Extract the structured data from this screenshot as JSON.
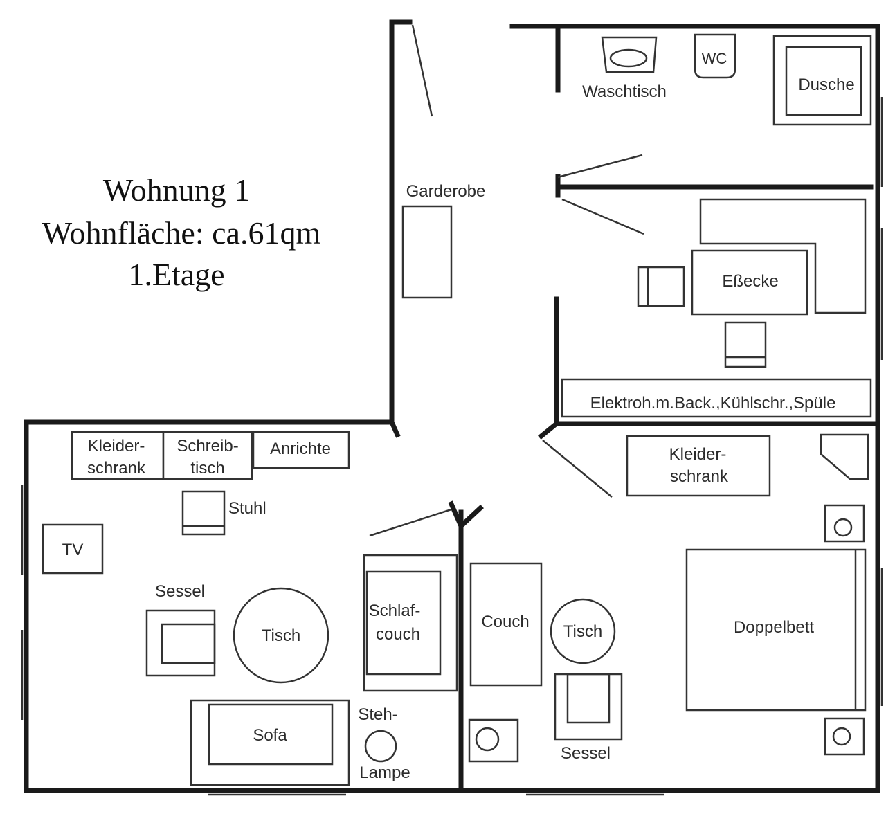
{
  "title": {
    "line1": "Wohnung 1",
    "line2": "Wohnfläche: ca.61qm",
    "line3": "1.Etage"
  },
  "rooms": {
    "bath": {
      "sink": "Waschtisch",
      "wc": "WC",
      "shower": "Dusche"
    },
    "hall": {
      "wardrobe": "Garderobe"
    },
    "kitchen": {
      "dining": "Eßecke",
      "counter": "Elektroh.m.Back.,Kühlschr.,Spüle"
    },
    "living": {
      "wardrobe_l1": "Kleider-",
      "wardrobe_l2": "schrank",
      "desk_l1": "Schreib-",
      "desk_l2": "tisch",
      "sideboard": "Anrichte",
      "chair": "Stuhl",
      "tv": "TV",
      "armchair": "Sessel",
      "table": "Tisch",
      "sofa": "Sofa",
      "lamp_l1": "Steh-",
      "lamp_l2": "Lampe",
      "sofabed_l1": "Schlaf-",
      "sofabed_l2": "couch"
    },
    "bedroom": {
      "couch": "Couch",
      "table": "Tisch",
      "armchair": "Sessel",
      "wardrobe_l1": "Kleider-",
      "wardrobe_l2": "schrank",
      "bed": "Doppelbett"
    }
  }
}
